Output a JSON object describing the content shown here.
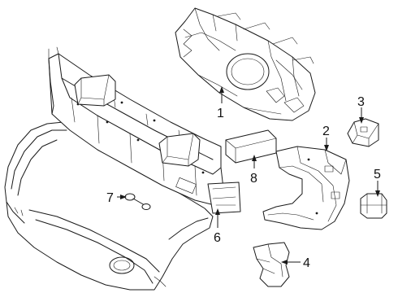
{
  "callouts": [
    {
      "key": "c1",
      "label": "1"
    },
    {
      "key": "c2",
      "label": "2"
    },
    {
      "key": "c3",
      "label": "3"
    },
    {
      "key": "c4",
      "label": "4"
    },
    {
      "key": "c5",
      "label": "5"
    },
    {
      "key": "c6",
      "label": "6"
    },
    {
      "key": "c7",
      "label": "7"
    },
    {
      "key": "c8",
      "label": "8"
    }
  ]
}
